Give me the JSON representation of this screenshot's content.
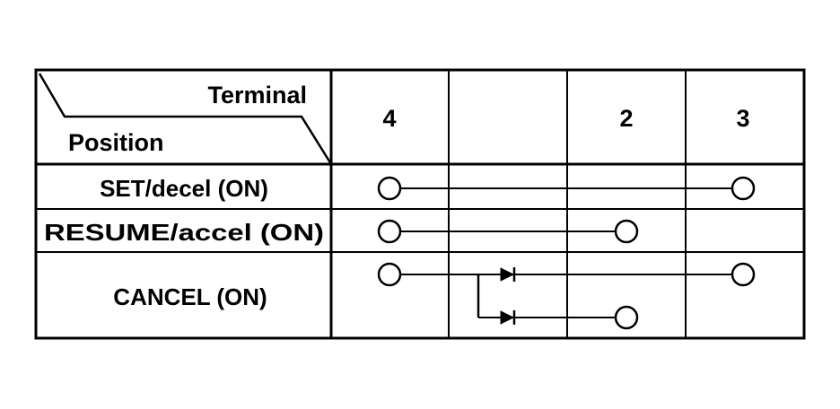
{
  "header": {
    "terminal_label": "Terminal",
    "position_label": "Position",
    "terminals": [
      "4",
      "",
      "2",
      "3"
    ]
  },
  "rows": [
    {
      "label": "SET/decel (ON)"
    },
    {
      "label": "RESUME/accel (ON)"
    },
    {
      "label": "CANCEL (ON)"
    }
  ],
  "colors": {
    "ink": "#000000",
    "background": "#ffffff"
  }
}
